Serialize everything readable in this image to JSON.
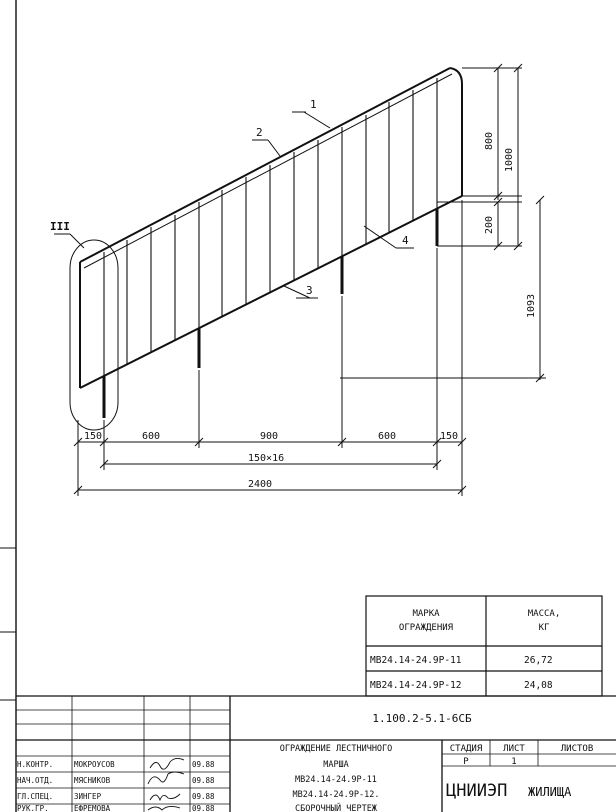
{
  "drawing": {
    "callouts": [
      {
        "id": "c1",
        "text": "1"
      },
      {
        "id": "c2",
        "text": "2"
      },
      {
        "id": "c3",
        "text": "3"
      },
      {
        "id": "c4",
        "text": "4"
      },
      {
        "id": "c5",
        "text": "III"
      }
    ],
    "dimensions": {
      "dim_150_left": "150",
      "dim_600_left": "600",
      "dim_900": "900",
      "dim_600_right": "600",
      "dim_150_right": "150",
      "dim_150x16": "150×16",
      "dim_2400": "2400",
      "dim_800": "800",
      "dim_1000": "1000",
      "dim_200": "200",
      "dim_1093": "1093"
    }
  },
  "spec_table": {
    "header_mark": [
      "МАРКА",
      "ОГРАЖДЕНИЯ"
    ],
    "header_mass": [
      "МАССА,",
      "КГ"
    ],
    "rows": [
      {
        "mark": "МВ24.14-24.9Р-11",
        "mass": "26,72"
      },
      {
        "mark": "МВ24.14-24.9Р-12",
        "mass": "24,08"
      }
    ]
  },
  "title_block": {
    "doc_code": "1.100.2-5.1-6СБ",
    "title_lines": [
      "ОГРАЖДЕНИЕ ЛЕСТНИЧНОГО",
      "МАРША",
      "МВ24.14-24.9Р-11",
      "МВ24.14-24.9Р-12.",
      "СБОРОЧНЫЙ ЧЕРТЕЖ"
    ],
    "stage_header": "СТАДИЯ",
    "sheet_header": "ЛИСТ",
    "sheets_header": "ЛИСТОВ",
    "stage": "Р",
    "sheet": "1",
    "sheets": "",
    "org": "ЦНИИЭП",
    "org_suffix": "ЖИЛИЩА",
    "signatures": [
      {
        "role": "Н.КОНТР.",
        "name": "МОКРОУСОВ",
        "date": "09.88"
      },
      {
        "role": "НАЧ.ОТД.",
        "name": "МЯСНИКОВ",
        "date": "09.88"
      },
      {
        "role": "ГЛ.СПЕЦ.",
        "name": "ЗИНГЕР",
        "date": "09.88"
      },
      {
        "role": "РУК.ГР.",
        "name": "ЕФРЕМОВА",
        "date": "09.88"
      }
    ]
  }
}
